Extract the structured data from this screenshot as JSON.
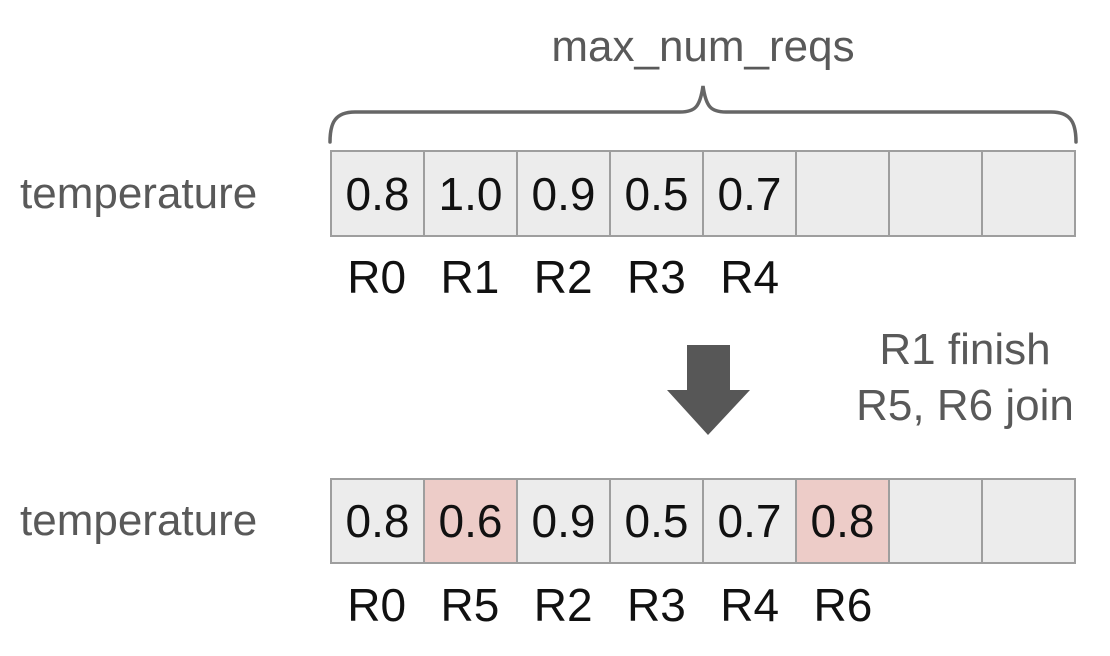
{
  "brace_label": "max_num_reqs",
  "colors": {
    "cell_bg": "#ececec",
    "cell_highlight": "#edccc8",
    "border": "#9e9e9e",
    "gray_text": "#595959",
    "arrow": "#575757",
    "value_text": "#111111"
  },
  "arrays": {
    "before": {
      "row_label": "temperature",
      "cells": [
        {
          "value": "0.8",
          "highlighted": false
        },
        {
          "value": "1.0",
          "highlighted": false
        },
        {
          "value": "0.9",
          "highlighted": false
        },
        {
          "value": "0.5",
          "highlighted": false
        },
        {
          "value": "0.7",
          "highlighted": false
        },
        {
          "value": "",
          "highlighted": false
        },
        {
          "value": "",
          "highlighted": false
        },
        {
          "value": "",
          "highlighted": false
        }
      ],
      "labels": [
        "R0",
        "R1",
        "R2",
        "R3",
        "R4",
        "",
        "",
        ""
      ]
    },
    "after": {
      "row_label": "temperature",
      "cells": [
        {
          "value": "0.8",
          "highlighted": false
        },
        {
          "value": "0.6",
          "highlighted": true
        },
        {
          "value": "0.9",
          "highlighted": false
        },
        {
          "value": "0.5",
          "highlighted": false
        },
        {
          "value": "0.7",
          "highlighted": false
        },
        {
          "value": "0.8",
          "highlighted": true
        },
        {
          "value": "",
          "highlighted": false
        },
        {
          "value": "",
          "highlighted": false
        }
      ],
      "labels": [
        "R0",
        "R5",
        "R2",
        "R3",
        "R4",
        "R6",
        "",
        ""
      ]
    }
  },
  "transition": {
    "arrow_icon": "down-arrow",
    "lines": [
      "R1 finish",
      "R5, R6 join"
    ]
  }
}
